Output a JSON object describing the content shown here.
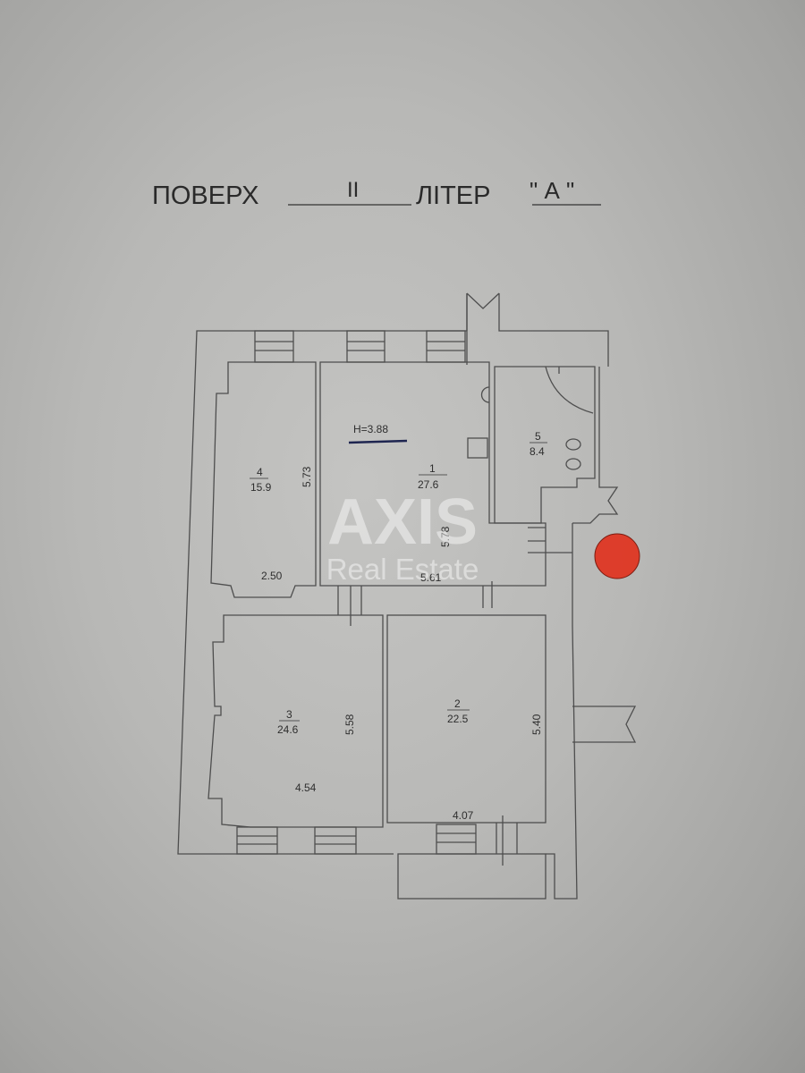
{
  "title": {
    "floor_label": "ПОВЕРХ",
    "floor_value": "II",
    "letter_label": "ЛІТЕР",
    "letter_value": "\" А \""
  },
  "ceiling_height": "H=3.88",
  "rooms": [
    {
      "number": "1",
      "area": "27.6",
      "dims": [
        "5.78",
        "5.61"
      ]
    },
    {
      "number": "2",
      "area": "22.5",
      "dims": [
        "5.40",
        "4.07"
      ]
    },
    {
      "number": "3",
      "area": "24.6",
      "dims": [
        "5.58",
        "4.54"
      ]
    },
    {
      "number": "4",
      "area": "15.9",
      "dims": [
        "5.73",
        "2.50"
      ]
    },
    {
      "number": "5",
      "area": "8.4"
    }
  ],
  "watermark": {
    "brand": "AXIS",
    "tagline": "Real Estate"
  },
  "colors": {
    "stamp": "#e0321e",
    "lines": "#4e4e4e",
    "paper": "#b8b8b6"
  }
}
